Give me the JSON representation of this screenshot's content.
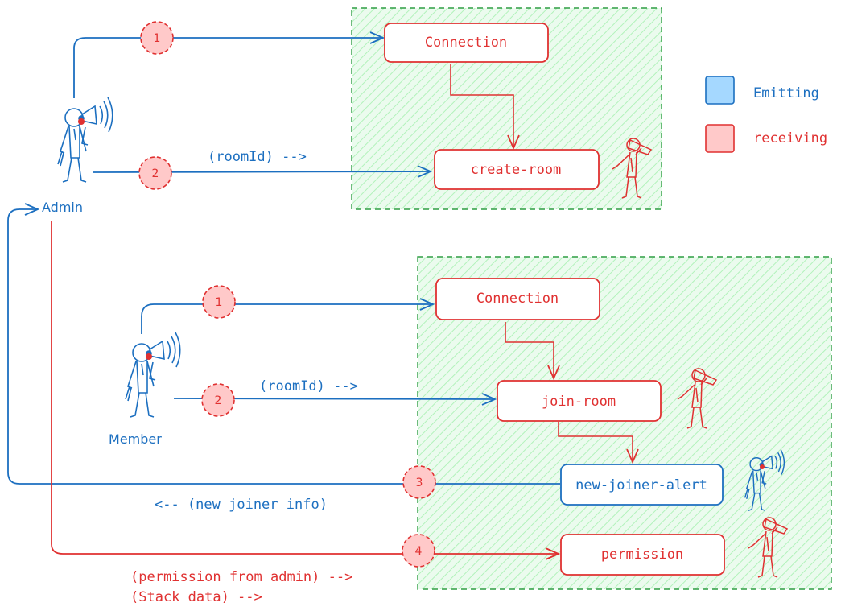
{
  "legend": {
    "emitting_label": "Emitting",
    "receiving_label": "receiving",
    "emitting_color": "#a5d8ff",
    "receiving_color": "#ffc9c9"
  },
  "colors": {
    "blue": "#1c6fc0",
    "red": "#e03131",
    "green": "#2f9e44",
    "zone_fill": "#ebfbee",
    "badge_fill": "#ffc9c9"
  },
  "actors": {
    "admin_label": "Admin",
    "member_label": "Member"
  },
  "admin_zone": {
    "connection_label": "Connection",
    "create_room_label": "create-room"
  },
  "member_zone": {
    "connection_label": "Connection",
    "join_room_label": "join-room",
    "new_joiner_alert_label": "new-joiner-alert",
    "permission_label": "permission"
  },
  "steps": {
    "admin_1": "1",
    "admin_2": "2",
    "member_1": "1",
    "member_2": "2",
    "step_3": "3",
    "step_4": "4"
  },
  "annotations": {
    "admin_room_id": "(roomId) -->",
    "member_room_id": "(roomId) -->",
    "new_joiner_info": "<-- (new joiner info)",
    "permission_from_admin": "(permission from admin) -->",
    "stack_data": "(Stack data) -->"
  }
}
